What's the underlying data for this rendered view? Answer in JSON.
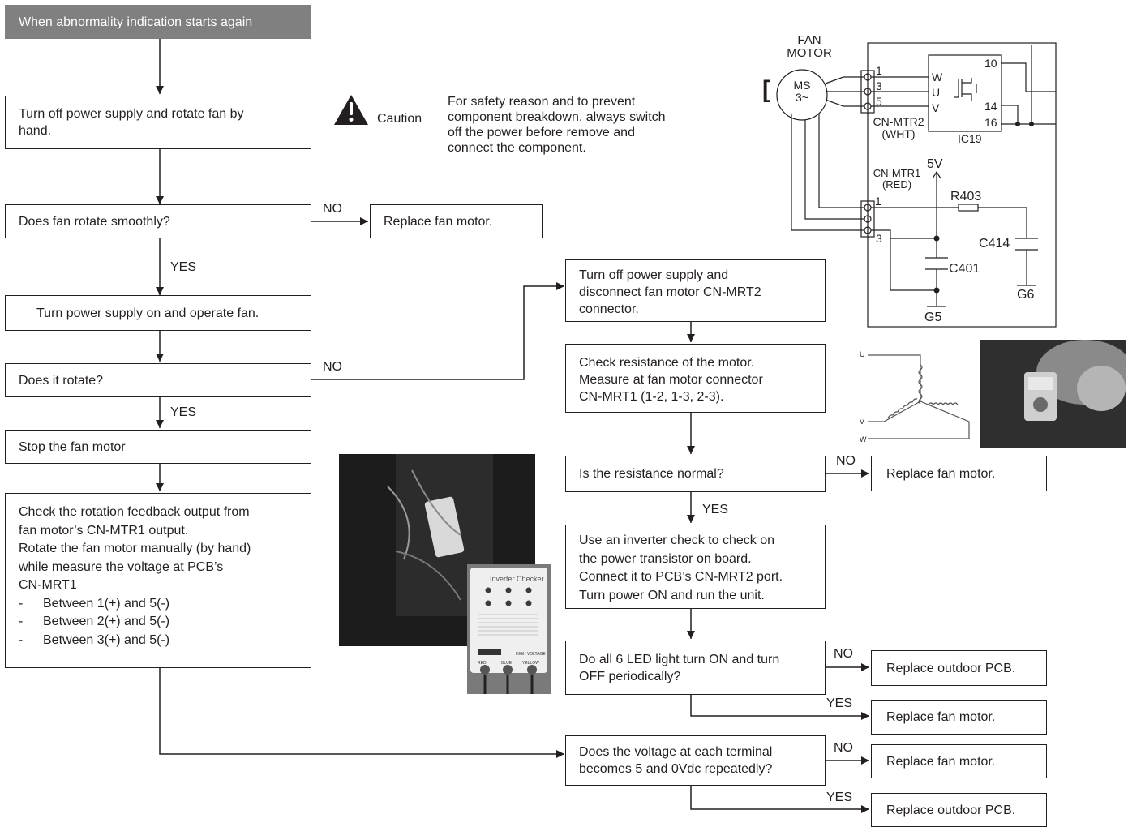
{
  "flow": {
    "start": "When abnormality indication starts again",
    "turn_off_rotate": [
      "Turn off power supply and rotate fan by",
      "hand."
    ],
    "q_rotate_smoothly": "Does fan rotate smoothly?",
    "replace_fan_1": "Replace fan motor.",
    "turn_on_operate": "Turn power supply on and operate fan.",
    "q_rotate": "Does it rotate?",
    "stop_fan": "Stop the fan motor",
    "check_feedback": {
      "lines": [
        "Check the rotation feedback output from",
        "fan motor’s CN-MTR1 output.",
        "Rotate the fan motor manually (by hand)",
        "while measure the voltage at PCB’s",
        "CN-MRT1"
      ],
      "items": [
        "Between 1(+) and 5(-)",
        "Between 2(+) and 5(-)",
        "Between 3(+) and 5(-)"
      ],
      "dash": "-"
    },
    "turn_off_disconnect": [
      "Turn off power supply and",
      "disconnect fan motor CN-MRT2",
      "connector."
    ],
    "check_resistance": [
      "Check resistance of the motor.",
      "Measure at fan motor connector",
      "CN-MRT1 (1-2, 1-3, 2-3)."
    ],
    "q_resistance": "Is the resistance normal?",
    "replace_fan_2": "Replace fan motor.",
    "inverter_check": [
      "Use an inverter check to check on",
      "the power transistor on board.",
      "Connect it to PCB’s CN-MRT2 port.",
      "Turn power ON and run the unit."
    ],
    "q_led": [
      "Do all 6 LED light turn ON and turn",
      "OFF periodically?"
    ],
    "replace_pcb_1": "Replace outdoor PCB.",
    "replace_fan_3": "Replace fan motor.",
    "q_voltage": [
      "Does the voltage at each terminal",
      "becomes 5 and 0Vdc repeatedly?"
    ],
    "replace_fan_4": "Replace fan motor.",
    "replace_pcb_2": "Replace outdoor PCB.",
    "labels": {
      "no": "NO",
      "yes": "YES"
    }
  },
  "caution": {
    "title": "Caution",
    "text": [
      "For safety reason and to prevent",
      "component breakdown, always switch",
      "off the power before remove and",
      "connect the component."
    ]
  },
  "schematic": {
    "fan_motor": [
      "FAN",
      "MOTOR"
    ],
    "ms": [
      "MS",
      "3~"
    ],
    "bracket": "[",
    "cn_mtr2": [
      "CN-MTR2",
      "(WHT)"
    ],
    "cn_mtr1": [
      "CN-MTR1",
      "(RED)"
    ],
    "ic": "IC19",
    "pins_left": [
      "1",
      "3",
      "5"
    ],
    "ic_pins_left": [
      "W",
      "U",
      "V"
    ],
    "ic_pins_right": [
      "10",
      "14",
      "16"
    ],
    "v5": "5V",
    "r403": "R403",
    "c414": "C414",
    "c401": "C401",
    "g6": "G6",
    "g5": "G5",
    "mtr1_pins": [
      "1",
      "3"
    ]
  },
  "winding": {
    "u": "U",
    "v": "V",
    "w": "W"
  },
  "checker": {
    "title": "Inverter Checker",
    "buttons": [
      "RED",
      "BLUE",
      "YELLOW"
    ],
    "high": "HIGH VOLTAGE"
  }
}
